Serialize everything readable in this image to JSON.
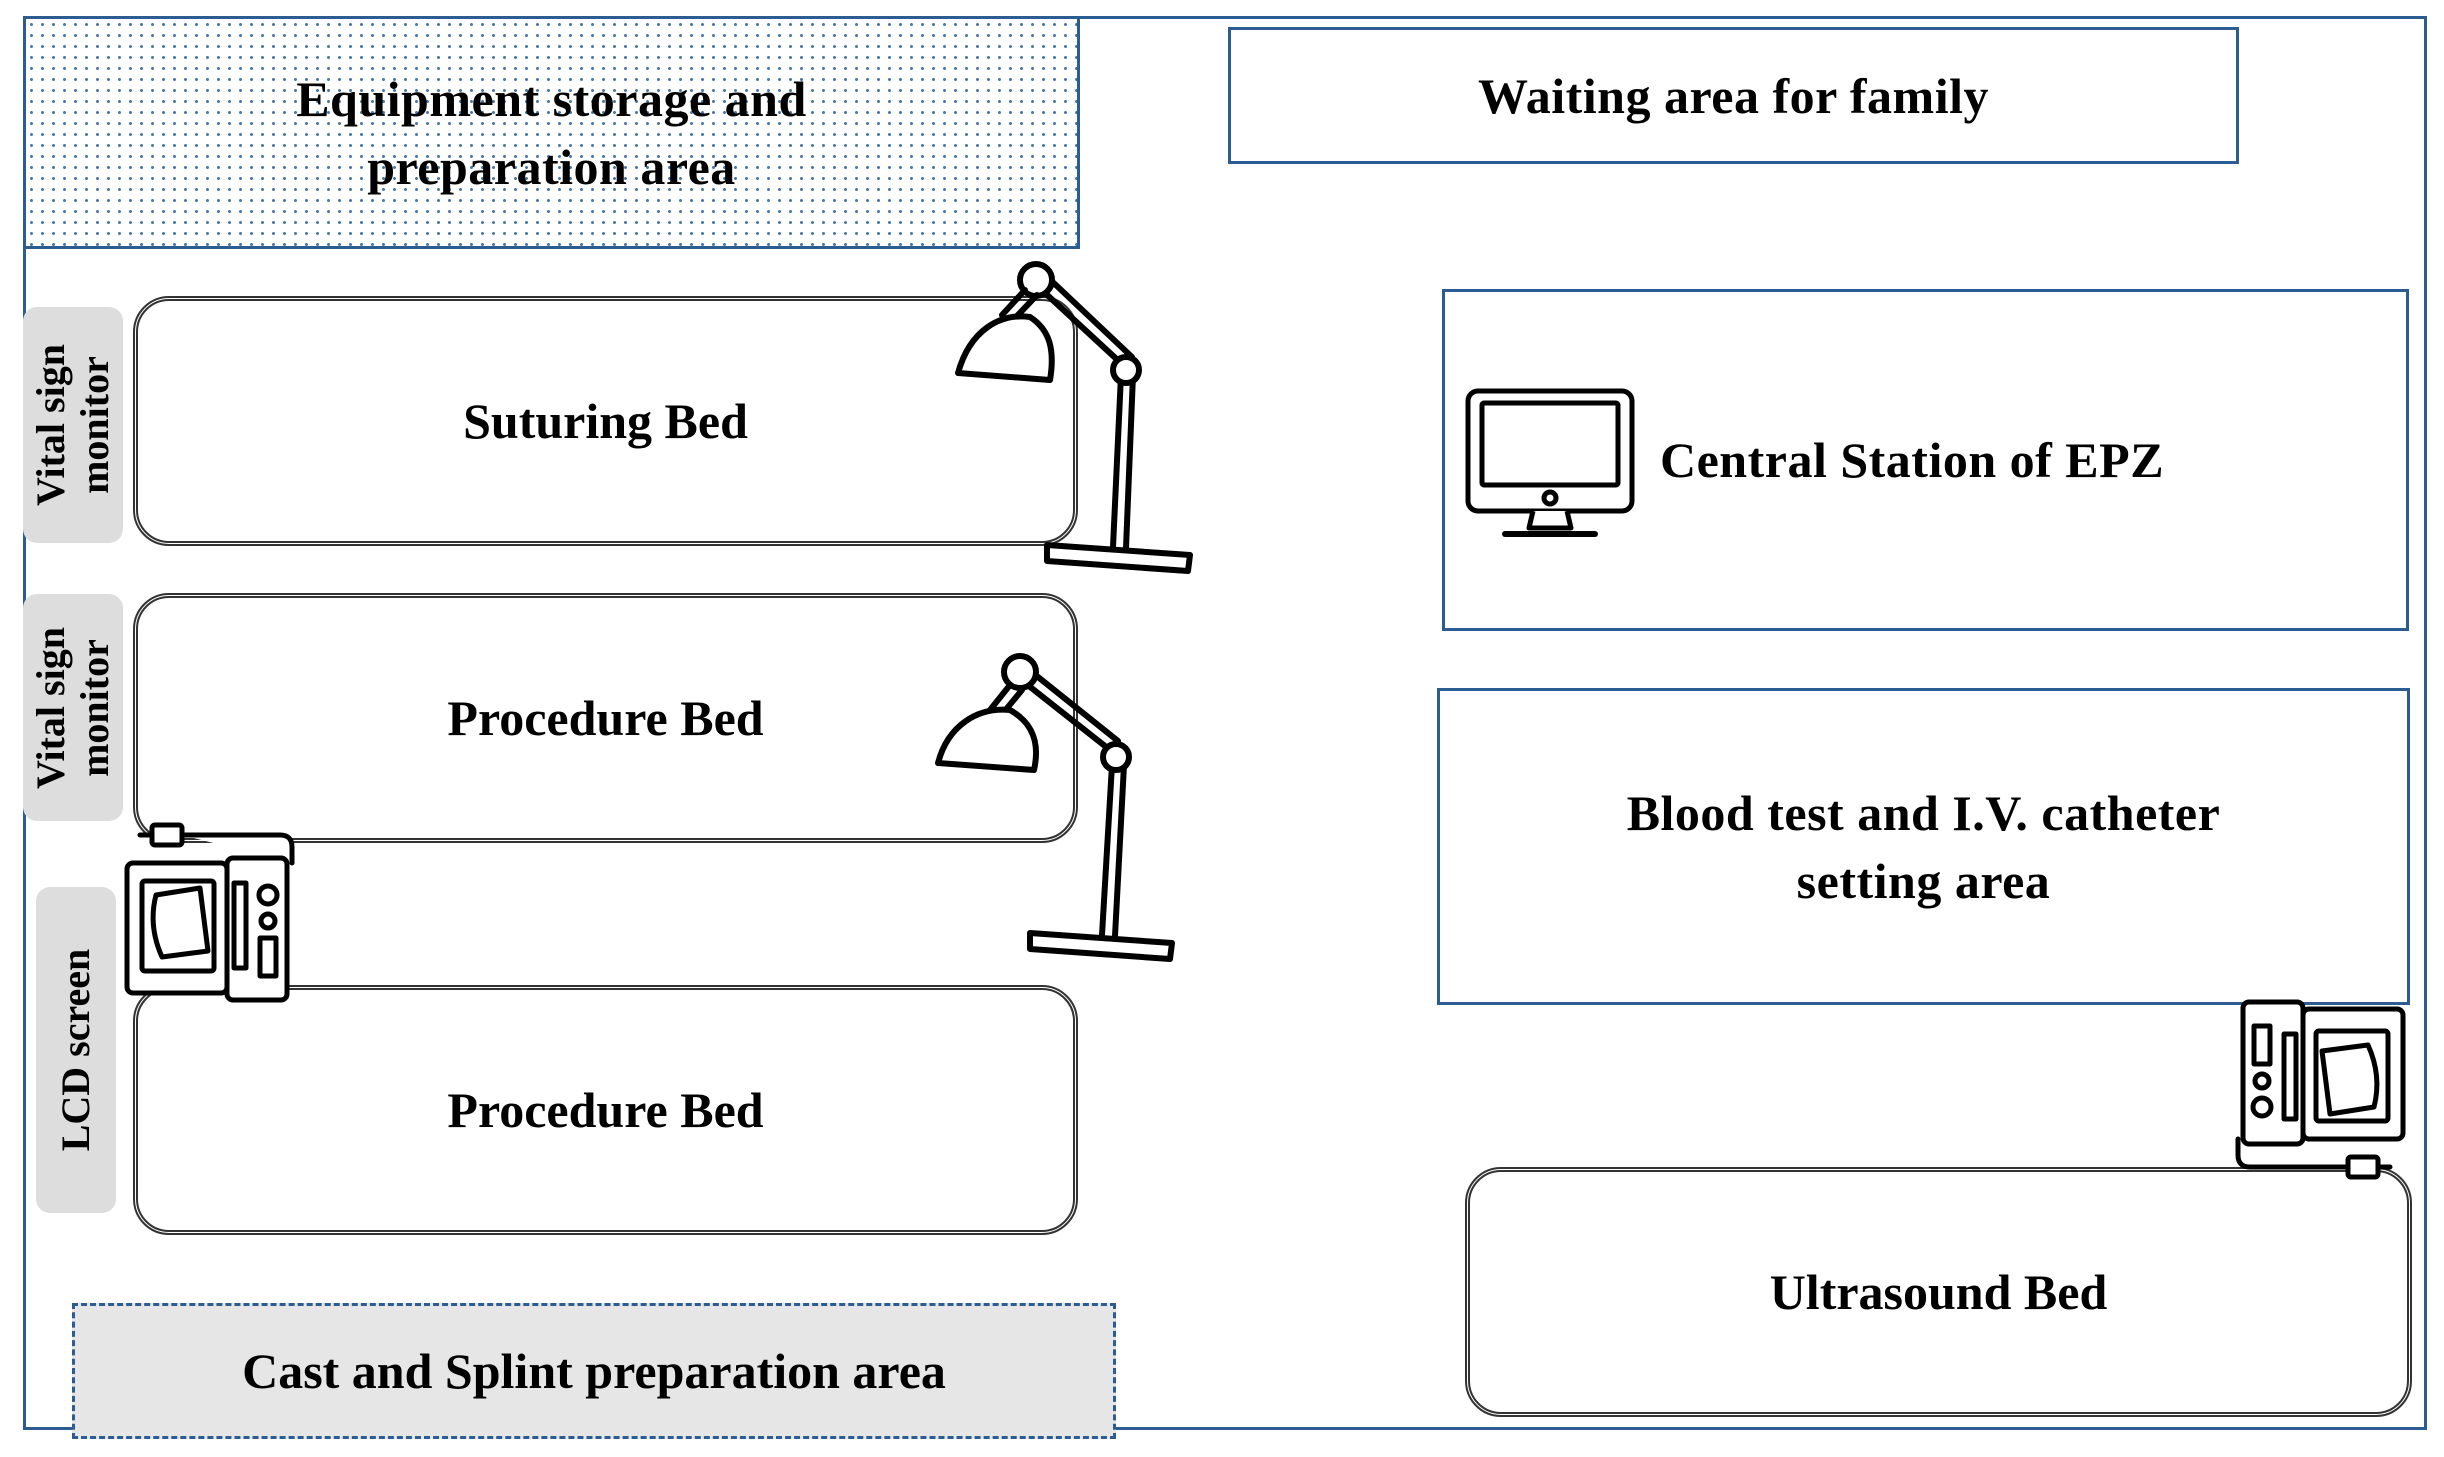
{
  "areas": {
    "equipment_storage": "Equipment storage and preparation area",
    "waiting_area": "Waiting area for family",
    "central_station": "Central Station of EPZ",
    "blood_test": "Blood test and I.V. catheter setting area",
    "cast_splint": "Cast and Splint preparation area"
  },
  "beds": {
    "suturing": "Suturing Bed",
    "procedure_1": "Procedure Bed",
    "procedure_2": "Procedure Bed",
    "ultrasound": "Ultrasound Bed"
  },
  "side_labels": {
    "vital_sign_monitor_1": "Vital sign monitor",
    "vital_sign_monitor_2": "Vital sign monitor",
    "lcd_screen": "LCD screen"
  },
  "icons": [
    "desk-lamp-icon",
    "desk-lamp-icon",
    "computer-monitor-icon",
    "ultrasound-machine-icon",
    "ultrasound-machine-icon"
  ],
  "colors": {
    "border_blue": "#2b5d92",
    "tab_gray": "#dddddd",
    "cast_fill": "#e6e6e6"
  }
}
